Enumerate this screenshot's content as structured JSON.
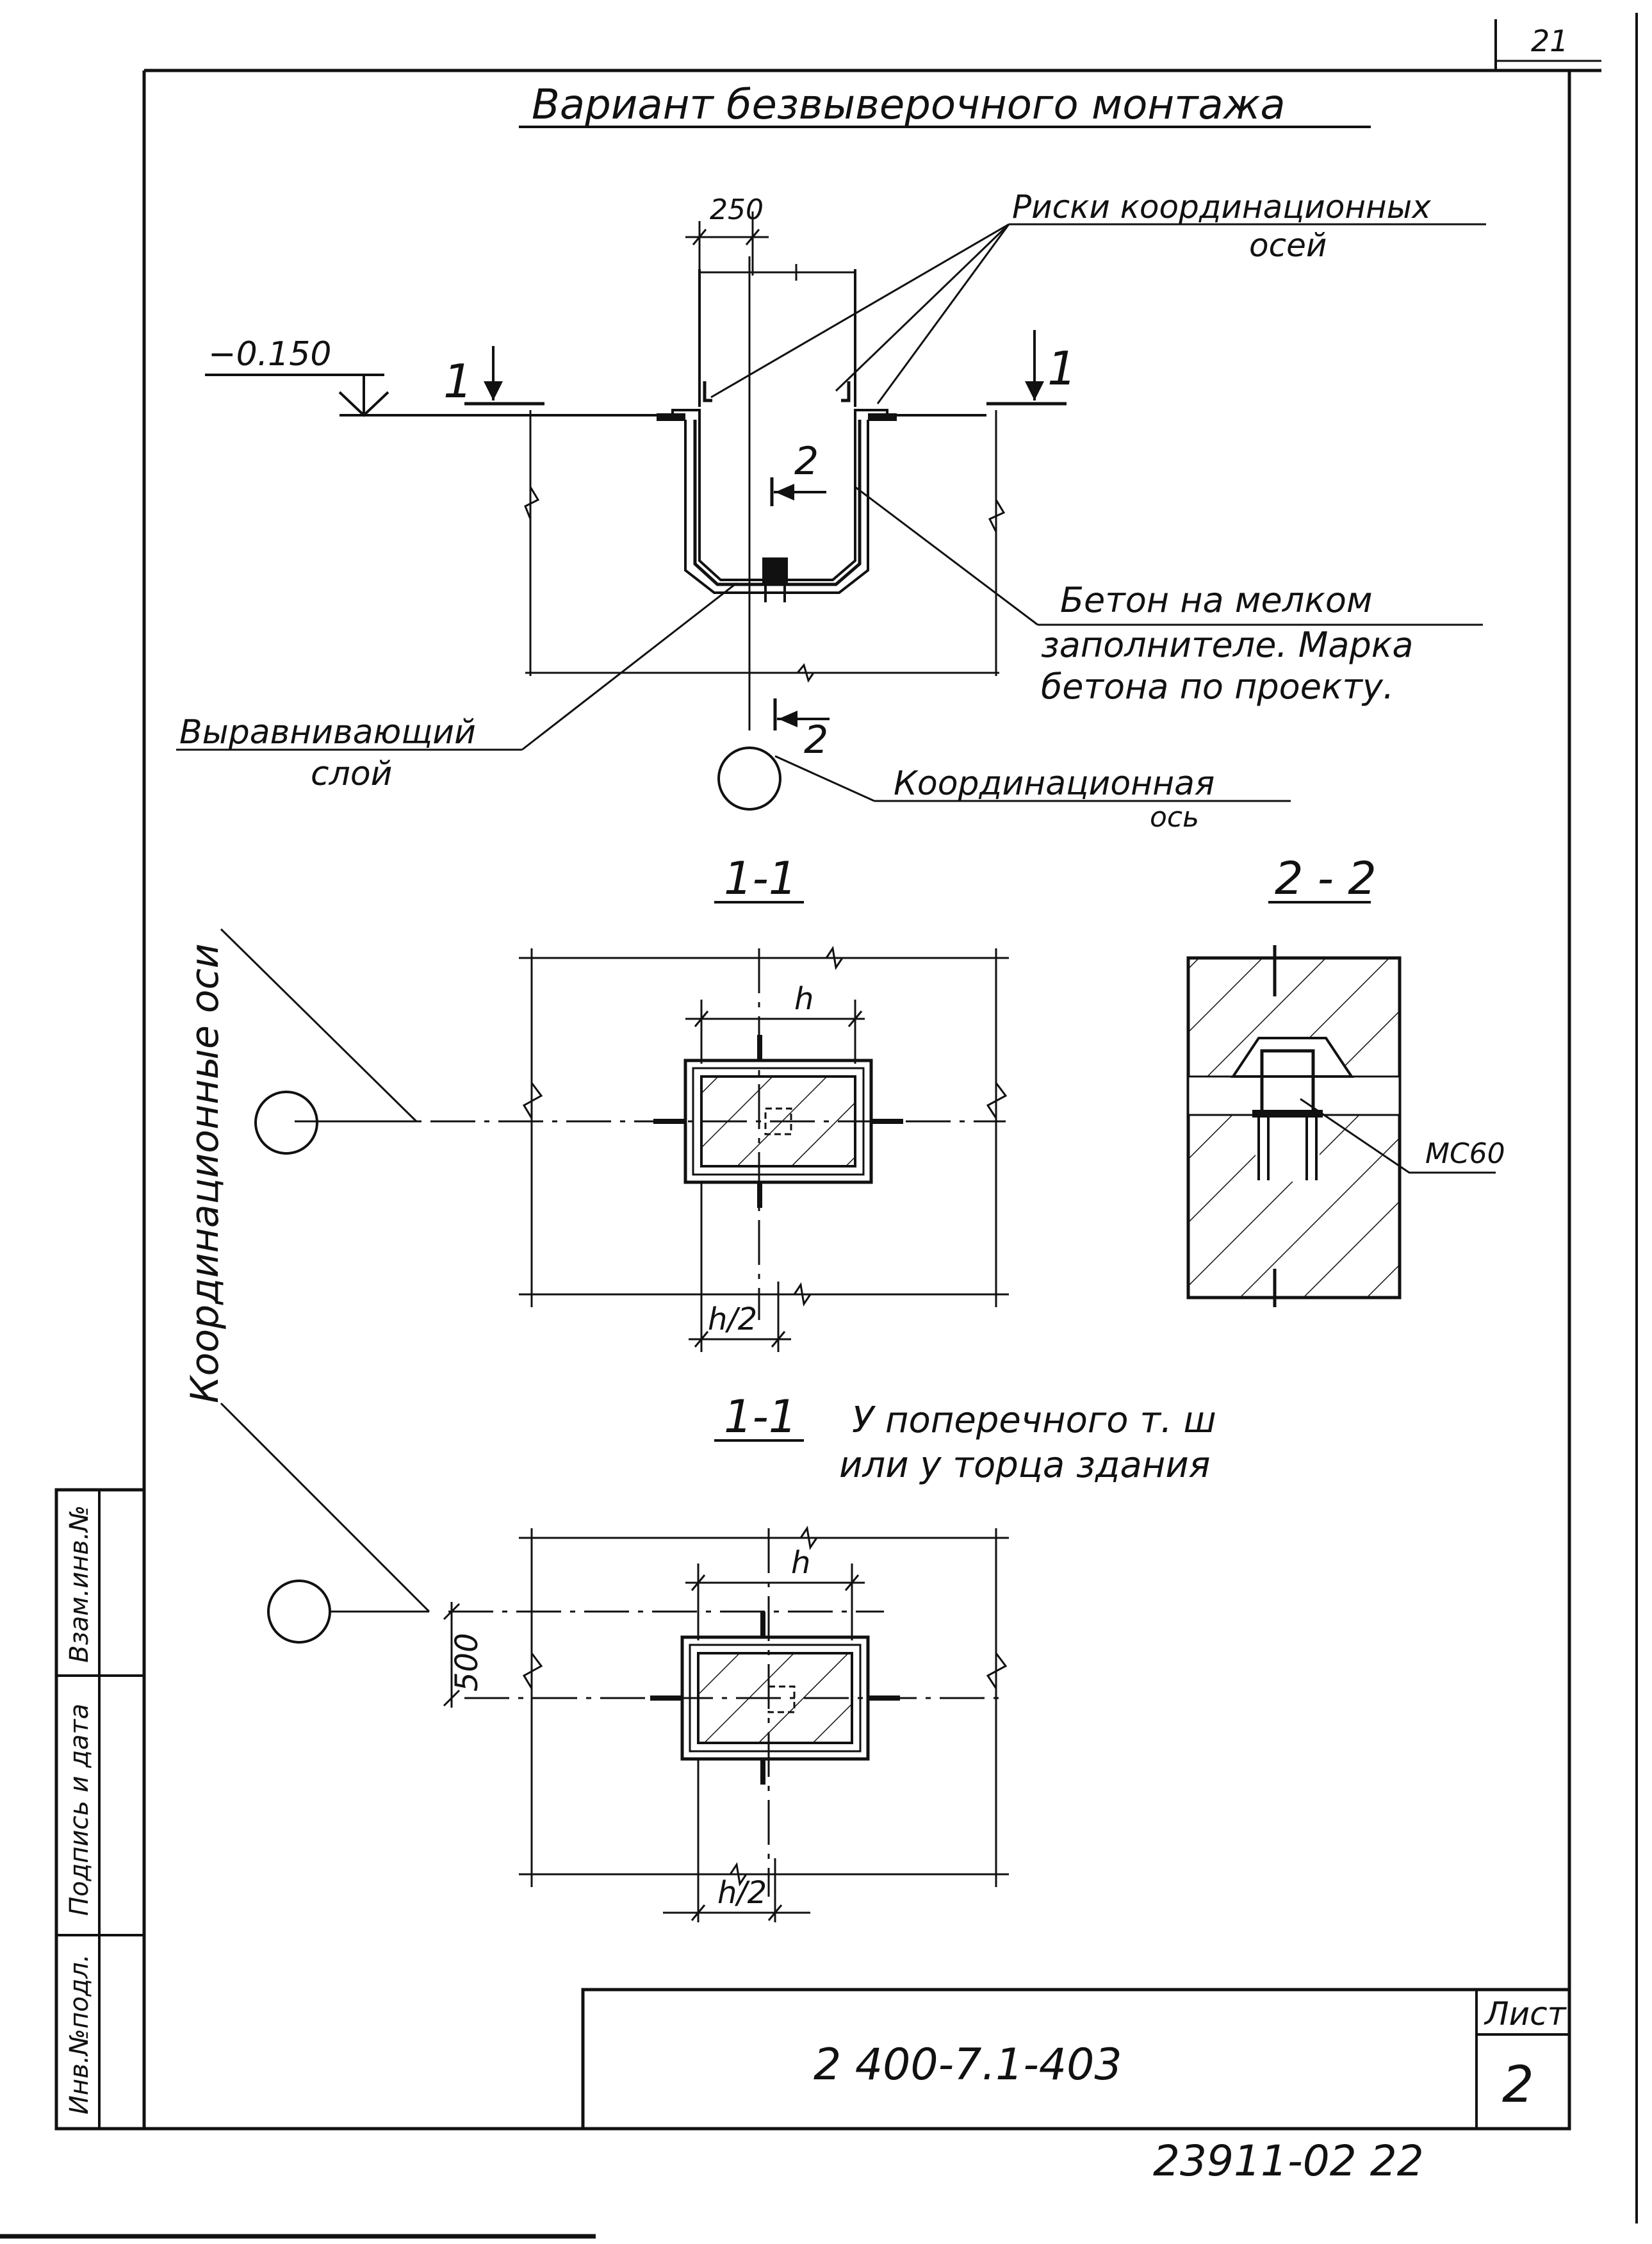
{
  "sheet": {
    "corner_number": "21",
    "title": "Вариант безвыверочного монтажа",
    "drawing_code": "2 400-7.1-403",
    "sheet_label": "Лист",
    "sheet_number": "2",
    "archive_number": "23911-02 22"
  },
  "side_stamp": {
    "inv_podl": "Инв.№подл.",
    "podpis_data": "Подпись и дата",
    "vzam_inv": "Взам.инв.№"
  },
  "main_view": {
    "dim_250": "250",
    "level": "−0.150",
    "section_1": "1",
    "section_2": "2",
    "label_riski": "Риски координационных",
    "label_riski_2": "осей",
    "label_beton_1": "Бетон на мелком",
    "label_beton_2": "заполнителе. Марка",
    "label_beton_3": "бетона по проекту.",
    "label_vyravn_1": "Выравнивающий",
    "label_vyravn_2": "слой",
    "label_coord_axis_1": "Координационная",
    "label_coord_axis_2": "ось"
  },
  "section_11": {
    "title": "1-1",
    "dim_h": "h",
    "dim_h2": "h/2"
  },
  "section_22": {
    "title": "2 - 2",
    "label_mc": "МС60"
  },
  "section_11b": {
    "title": "1-1",
    "caption_1": "У поперечного т. ш",
    "caption_2": "или у торца здания",
    "dim_h": "h",
    "dim_h2": "h/2",
    "dim_500": "500"
  },
  "left_label": "Координационные оси"
}
